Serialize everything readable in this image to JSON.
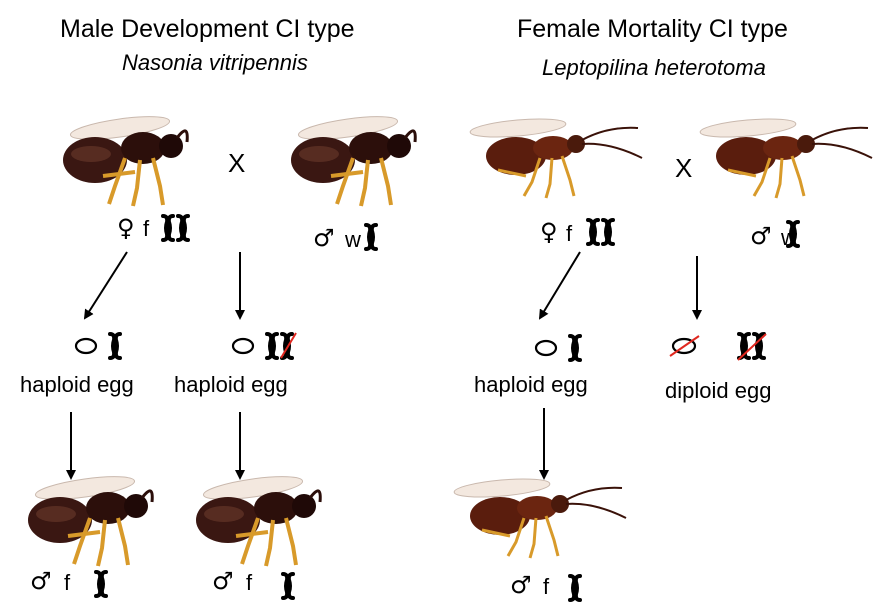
{
  "panels": {
    "left": {
      "title": "Male Development CI type",
      "species": "Nasonia vitripennis",
      "cross_mark": "X",
      "female_parent": {
        "sex_symbol": "♀",
        "letter": "f"
      },
      "male_parent": {
        "sex_symbol": "♂",
        "letter": "w"
      },
      "egg_a_label": "haploid egg",
      "egg_b_label": "haploid egg",
      "offspring_a": {
        "sex_symbol": "♂",
        "letter": "f"
      },
      "offspring_b": {
        "sex_symbol": "♂",
        "letter": "f"
      }
    },
    "right": {
      "title": "Female Mortality CI type",
      "species": "Leptopilina heterotoma",
      "cross_mark": "X",
      "female_parent": {
        "sex_symbol": "♀",
        "letter": "f"
      },
      "male_parent": {
        "sex_symbol": "♂",
        "letter": "w"
      },
      "egg_a_label": "haploid egg",
      "egg_b_label": "diploid egg",
      "offspring_a": {
        "sex_symbol": "♂",
        "letter": "f"
      }
    }
  },
  "colors": {
    "body_dark": "#3a1712",
    "body_brown": "#6b2510",
    "leg": "#d89a2a",
    "wing": "#f3e8df",
    "strike": "#e0271f"
  },
  "icons": [
    "wasp-icon",
    "chromosome-icon",
    "egg-icon",
    "arrow"
  ]
}
